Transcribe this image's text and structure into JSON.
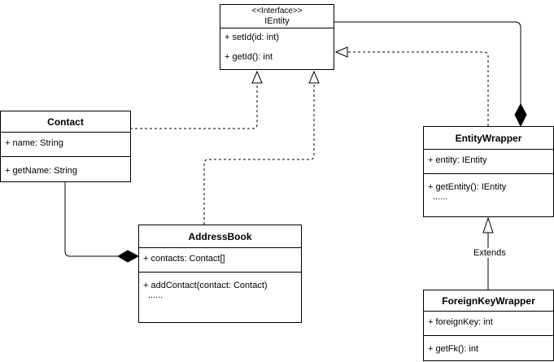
{
  "interface": {
    "stereotype": "<<Interface>>",
    "name": "IEntity",
    "methods": [
      "+ setId(id: int)",
      "+ getId(): int"
    ]
  },
  "contact": {
    "name": "Contact",
    "attributes": [
      "+ name: String"
    ],
    "methods": [
      "+ getName: String"
    ]
  },
  "entity_wrapper": {
    "name": "EntityWrapper",
    "attributes": [
      "+ entity: IEntity"
    ],
    "methods": [
      "+ getEntity(): IEntity",
      "......"
    ]
  },
  "address_book": {
    "name": "AddressBook",
    "attributes": [
      "+ contacts: Contact[]"
    ],
    "methods": [
      "+ addContact(contact: Contact)",
      "......"
    ]
  },
  "foreign_key_wrapper": {
    "name": "ForeignKeyWrapper",
    "attributes": [
      "+ foreignKey: int"
    ],
    "methods": [
      "+ getFk(): int"
    ]
  },
  "edges": {
    "extends_label": "Extends"
  }
}
